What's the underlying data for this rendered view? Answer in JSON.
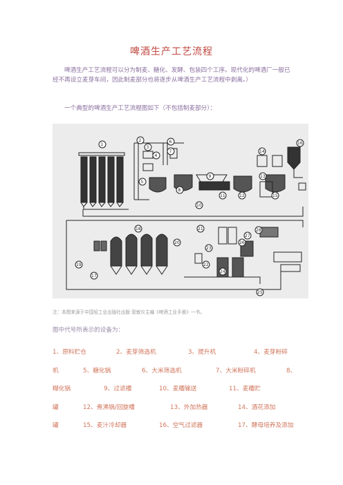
{
  "title": "啤酒生产工艺流程",
  "intro": "啤酒生产工艺流程可以分为制麦、糖化、发酵、包装四个工序。现代化的啤酒厂一般已经不再设立麦芽车间，因此制麦部分也将逐步从啤酒生产工艺流程中剥离。）",
  "figure_intro": "一个典型的啤酒生产工艺流程图如下（不包括制麦部分）：",
  "figure": {
    "callouts": [
      "1",
      "2",
      "3",
      "4",
      "5",
      "6",
      "7",
      "8",
      "9",
      "10",
      "11",
      "12",
      "13",
      "14",
      "15",
      "16",
      "17",
      "18",
      "19",
      "20",
      "21",
      "22",
      "23",
      "24",
      "25",
      "26",
      "27",
      "28"
    ]
  },
  "note": "注：本图来源于中国轻工业出版社出版 管敦仪主编《啤酒工业手册》一书。",
  "legend_intro": "图中代号所表示的设备为：",
  "legend_rows": [
    [
      "1、原料贮仓",
      "2、麦芽筛选机",
      "3、提升机",
      "4、麦芽粉碎"
    ],
    [
      "机",
      "5、糖化锅",
      "6、大米筛选机",
      "7、大米粉碎机",
      "8、"
    ],
    [
      "糊化锅",
      "9、过滤槽",
      "10、麦糟输送",
      "11、麦糟贮"
    ],
    [
      "罐",
      "12、煮沸锅/回旋槽",
      "13、外加热器",
      "14、酒花添加"
    ],
    [
      "罐",
      "15、麦汁冷却器",
      "16、空气过滤器",
      "17、酵母培养及添加"
    ]
  ],
  "colors": {
    "title": "#c0473f",
    "body_text": "#8a6f9f",
    "legend_text": "#d0755b",
    "figure_bg": "#ececec"
  }
}
